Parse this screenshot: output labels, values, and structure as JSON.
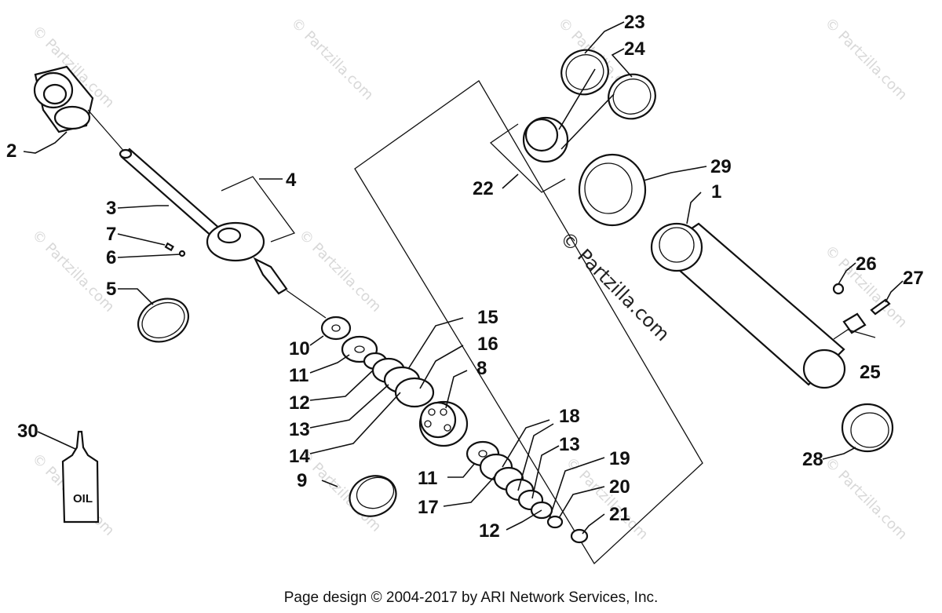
{
  "footer": {
    "copyright": "Page design © 2004-2017 by ARI Network Services, Inc."
  },
  "watermark": {
    "main": "© Partzilla.com",
    "tile": "© Partzilla.com"
  },
  "oil_label": "OIL",
  "callouts": {
    "c1": "1",
    "c2": "2",
    "c3": "3",
    "c4": "4",
    "c5": "5",
    "c6": "6",
    "c7": "7",
    "c8": "8",
    "c9": "9",
    "c10": "10",
    "c11a": "11",
    "c11b": "11",
    "c12a": "12",
    "c12b": "12",
    "c13a": "13",
    "c13b": "13",
    "c14": "14",
    "c15": "15",
    "c16": "16",
    "c17": "17",
    "c18": "18",
    "c19": "19",
    "c20": "20",
    "c21": "21",
    "c22": "22",
    "c23": "23",
    "c24": "24",
    "c25": "25",
    "c26": "26",
    "c27": "27",
    "c28": "28",
    "c29": "29",
    "c30": "30"
  }
}
